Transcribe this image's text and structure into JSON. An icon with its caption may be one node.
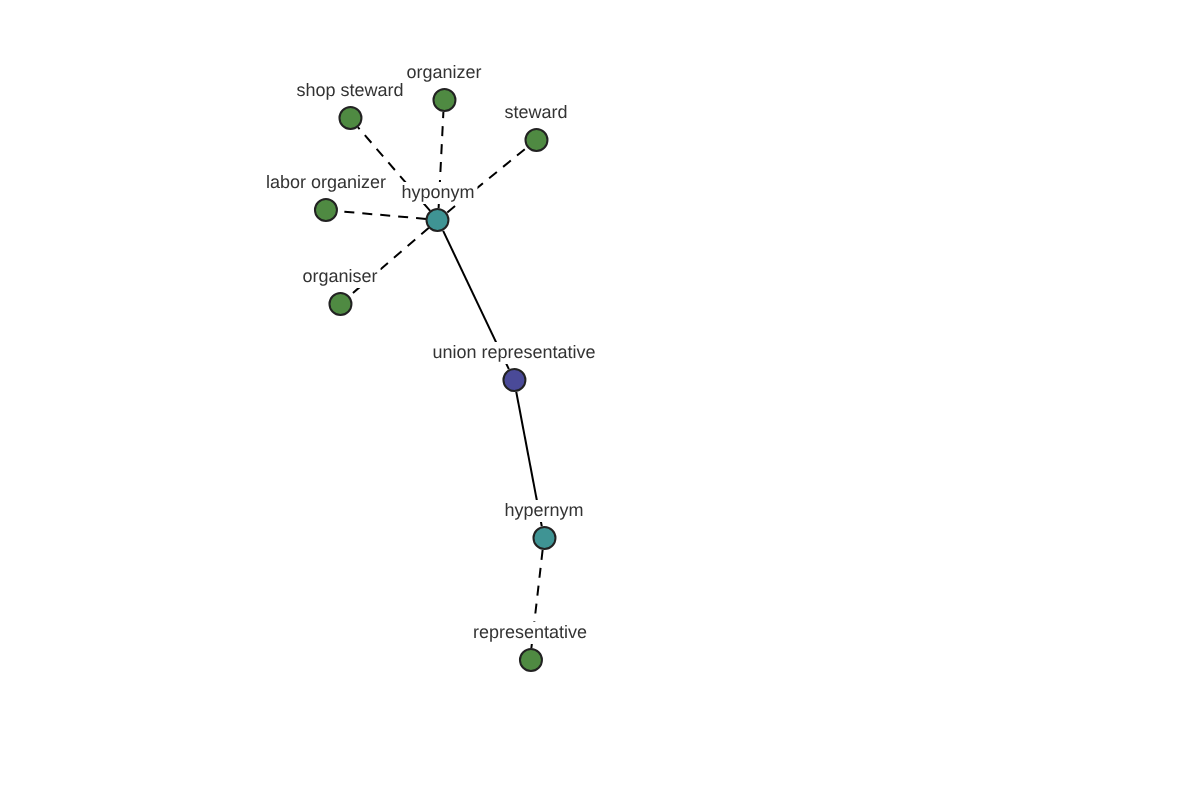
{
  "diagram": {
    "nodes": [
      {
        "text": [
          "organizer"
        ]
      },
      {
        "text": [
          "shop steward"
        ]
      },
      {
        "text": [
          "steward"
        ]
      },
      {
        "text": [
          "labor organizer"
        ]
      },
      {
        "text": [
          "hyponym"
        ]
      },
      {
        "text": [
          "organiser"
        ]
      },
      {
        "text": [
          "union representative"
        ]
      },
      {
        "text": [
          "hypernym"
        ]
      },
      {
        "text": [
          "representative"
        ]
      }
    ],
    "edges": [
      {
        "from": 4,
        "to": 0,
        "arrow": "none",
        "style": "dashed"
      },
      {
        "from": 4,
        "to": 1,
        "arrow": "none",
        "style": "dashed"
      },
      {
        "from": 4,
        "to": 2,
        "arrow": "none",
        "style": "dashed"
      },
      {
        "from": 4,
        "to": 3,
        "arrow": "none",
        "style": "dashed"
      },
      {
        "from": 4,
        "to": 5,
        "arrow": "none",
        "style": "dashed"
      },
      {
        "from": 6,
        "to": 4,
        "arrow": "none"
      },
      {
        "from": 6,
        "to": 7,
        "arrow": "none"
      },
      {
        "from": 7,
        "to": 8,
        "arrow": "none",
        "style": "dashed"
      }
    ]
  }
}
